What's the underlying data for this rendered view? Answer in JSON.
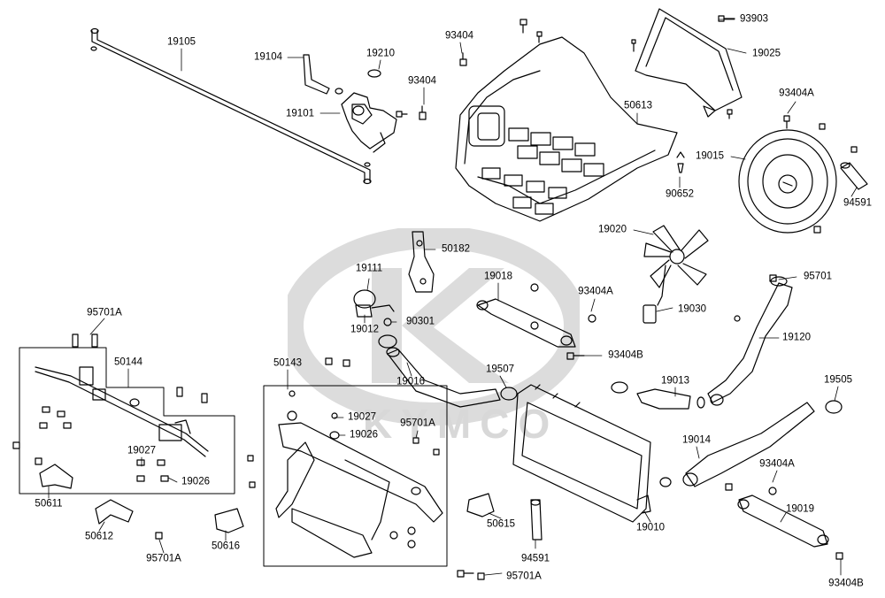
{
  "watermark": {
    "brand": "KYMCO",
    "logo": "kymco-logo",
    "color": "#d9d9d9"
  },
  "line_color": "#000000",
  "labels": {
    "p19105": "19105",
    "p19104": "19104",
    "p19210": "19210",
    "p93404_a": "93404",
    "p19101": "19101",
    "p93404_b": "93404",
    "p93903": "93903",
    "p19025": "19025",
    "p50613": "50613",
    "p93404A_a": "93404A",
    "p19015": "19015",
    "p94591_a": "94591",
    "p90652": "90652",
    "p19020": "19020",
    "p50182": "50182",
    "p19111": "19111",
    "p19018": "19018",
    "p93404A_b": "93404A",
    "p95701_a": "95701",
    "p19012": "19012",
    "p90301": "90301",
    "p19030": "19030",
    "p19120": "19120",
    "p95701A_a": "95701A",
    "p50144": "50144",
    "p93404B_a": "93404B",
    "p50143": "50143",
    "p19016": "19016",
    "p19507": "19507",
    "p19013": "19013",
    "p19505": "19505",
    "p19027_a": "19027",
    "p95701A_b": "95701A",
    "p19026_a": "19026",
    "p19027_b": "19027",
    "p19026_b": "19026",
    "p19014": "19014",
    "p93404A_c": "93404A",
    "p50611": "50611",
    "p19019": "19019",
    "p50612": "50612",
    "p50616": "50616",
    "p50615": "50615",
    "p19010": "19010",
    "p95701A_c": "95701A",
    "p94591_b": "94591",
    "p95701A_d": "95701A",
    "p93404B_b": "93404B"
  }
}
